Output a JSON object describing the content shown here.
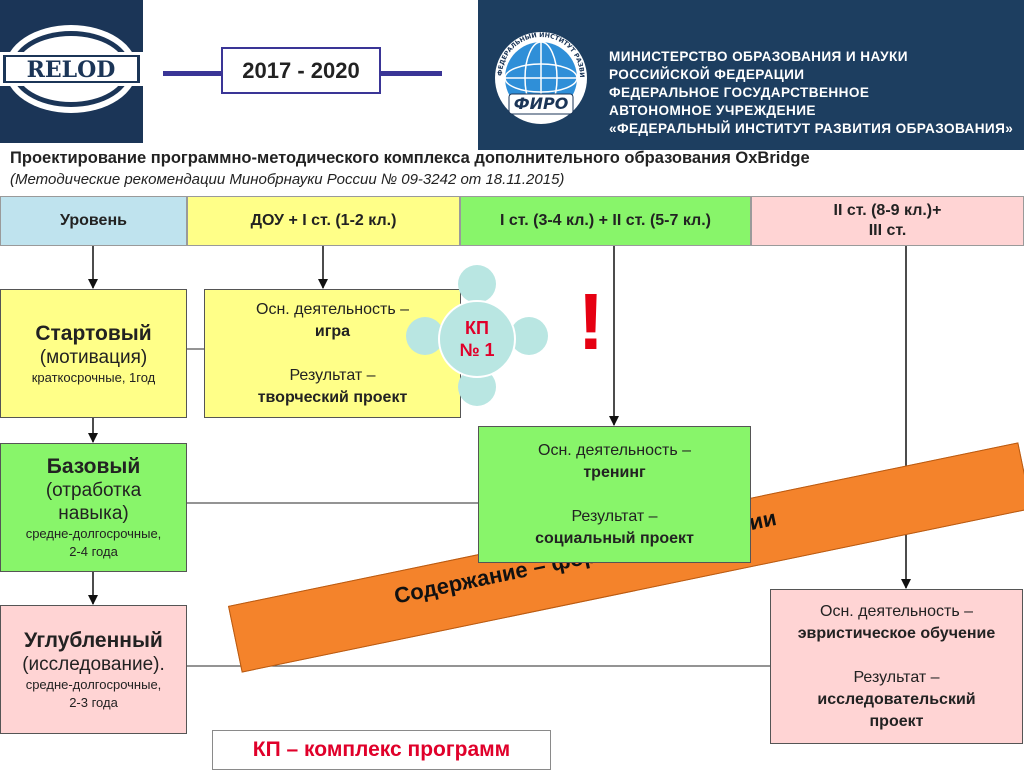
{
  "header": {
    "brand_logo_text": "RELOD",
    "years": "2017 - 2020",
    "globe_logo_text": "ФИРО",
    "globe_ring_text": "ФЕДЕРАЛЬНЫЙ ИНСТИТУТ РАЗВИТИЯ ОБРАЗОВАНИЯ",
    "ministry_lines": [
      "МИНИСТЕРСТВО ОБРАЗОВАНИЯ И НАУКИ",
      "РОССИЙСКОЙ ФЕДЕРАЦИИ",
      "ФЕДЕРАЛЬНОЕ ГОСУДАРСТВЕННОЕ",
      "АВТОНОМНОЕ  УЧРЕЖДЕНИЕ",
      "«ФЕДЕРАЛЬНЫЙ ИНСТИТУТ РАЗВИТИЯ ОБРАЗОВАНИЯ»"
    ]
  },
  "title": "Проектирование программно-методического комплекса дополнительного образования OxBridge",
  "subtitle": "(Методические рекомендации Минобрнауки России № 09-3242 от 18.11.2015)",
  "columns": {
    "level": "Уровень",
    "col1": "ДОУ + I ст. (1-2 кл.)",
    "col2": "I ст. (3-4 кл.) + II ст. (5-7 кл.)",
    "col3_line1": "II ст. (8-9 кл.)+",
    "col3_line2": "III ст."
  },
  "levels": [
    {
      "name": "Стартовый",
      "sub": [
        "(мотивация)"
      ],
      "duration": [
        "краткосрочные, 1год"
      ]
    },
    {
      "name": "Базовый",
      "sub": [
        "(отработка",
        "навыка)"
      ],
      "duration": [
        "средне-долгосрочные,",
        "2-4 года"
      ]
    },
    {
      "name": "Углубленный",
      "sub": [
        "(исследование)."
      ],
      "duration": [
        "средне-долгосрочные,",
        "2-3 года"
      ]
    }
  ],
  "activities": [
    {
      "activity_label": "Осн. деятельность –",
      "activity": "игра",
      "result_label": "Результат –",
      "result": "творческий проект"
    },
    {
      "activity_label": "Осн. деятельность –",
      "activity": "тренинг",
      "result_label": "Результат –",
      "result": "социальный проект"
    },
    {
      "activity_label": "Осн. деятельность –",
      "activity": "эвристическое обучение",
      "result_label": "Результат –",
      "result_lines": [
        "исследовательский",
        "проект"
      ]
    }
  ],
  "kp_badge": {
    "line1": "КП",
    "line2": "№ 1"
  },
  "exclamation": "!",
  "band_text": "Содержание – формы – технологии",
  "legend": "КП – комплекс программ",
  "colors": {
    "yellow": "#ffff88",
    "green": "#88f56a",
    "pink": "#ffd4d4",
    "orange": "#f4832b",
    "red": "#e0002a",
    "header_blue": "#1d3e60"
  }
}
